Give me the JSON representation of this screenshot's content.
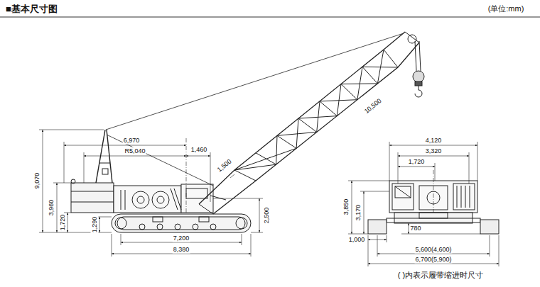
{
  "diagram": {
    "title": "■基本尺寸图",
    "caption": "( )内表示履带缩进时尺寸",
    "labels": [
      "(单位:mm)",
      "6,970",
      "R5,040",
      "1,460",
      "10,500",
      "1,500",
      "9,070",
      "3,960",
      "1,720",
      "1,290",
      "2,500",
      "7,200",
      "8,380",
      "4,120",
      "3,320",
      "1,720",
      "3,850",
      "3,170",
      "1,000",
      "780",
      "5,600(4,600)",
      "6,700(5,900)"
    ]
  }
}
